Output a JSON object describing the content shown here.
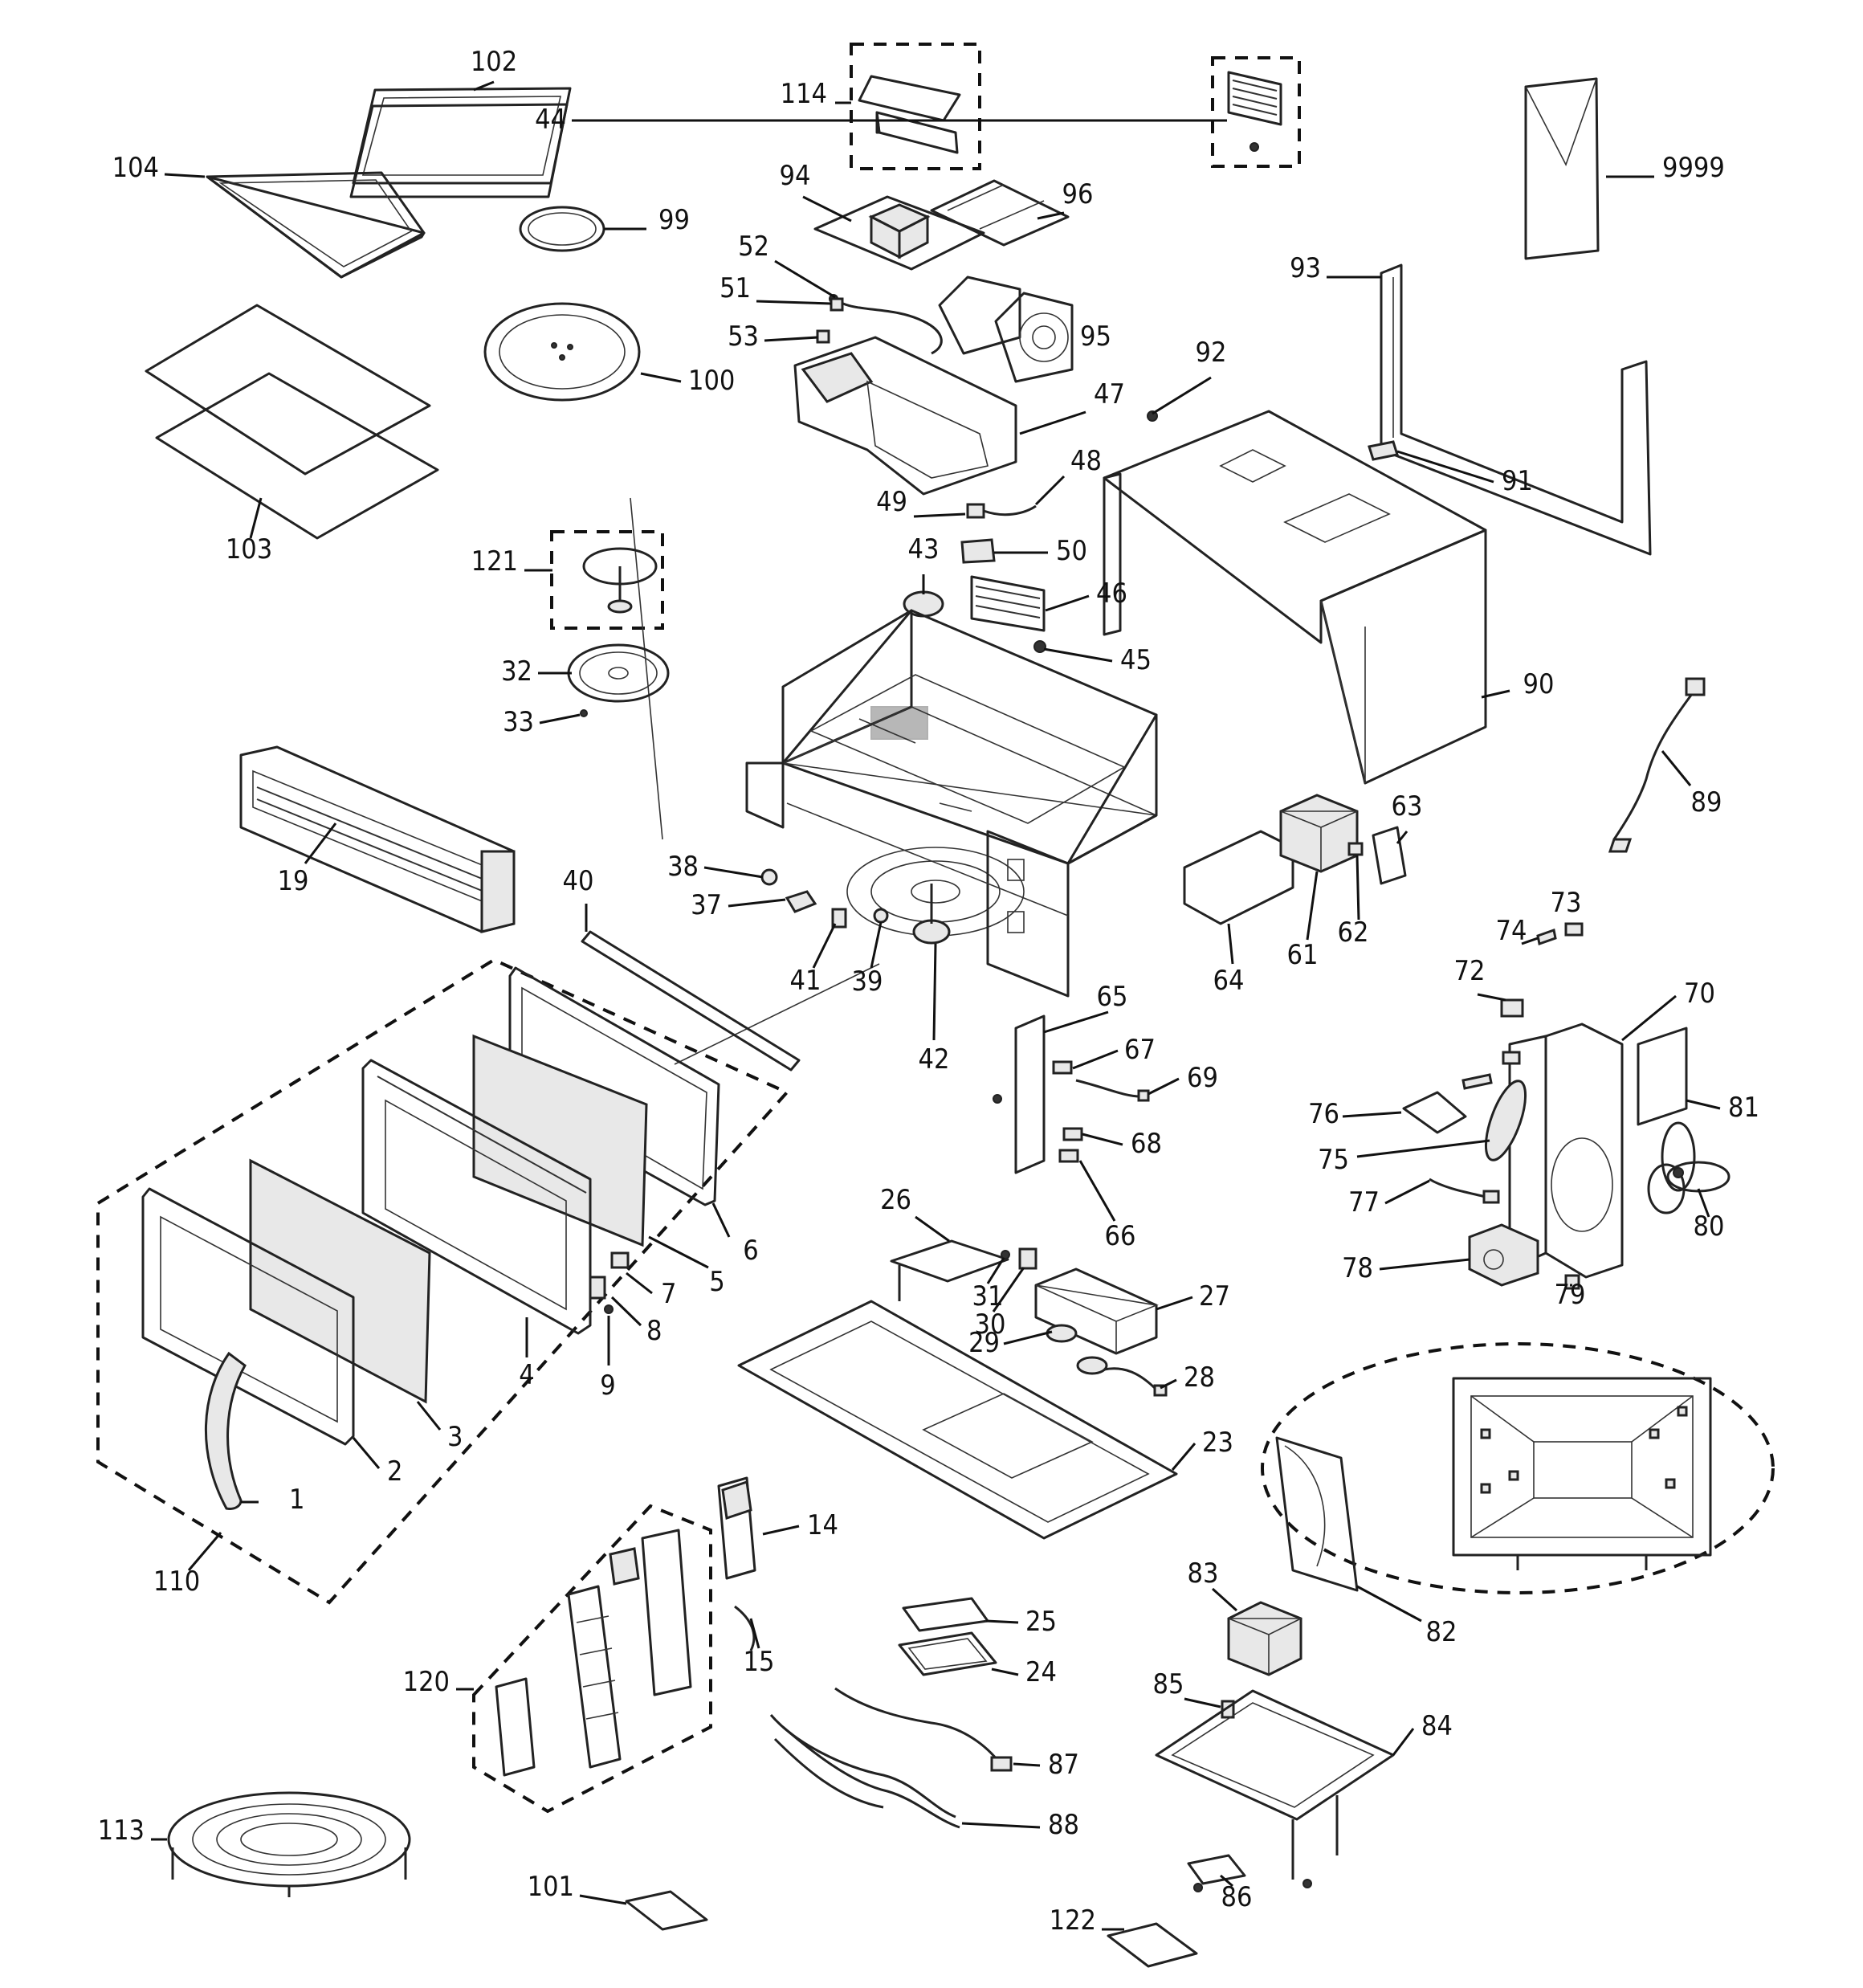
{
  "diagram": {
    "labels": [
      "1",
      "2",
      "3",
      "4",
      "5",
      "6",
      "7",
      "8",
      "9",
      "14",
      "15",
      "19",
      "23",
      "24",
      "25",
      "26",
      "27",
      "28",
      "29",
      "30",
      "31",
      "32",
      "33",
      "37",
      "38",
      "39",
      "40",
      "41",
      "42",
      "43",
      "44",
      "45",
      "46",
      "47",
      "48",
      "49",
      "50",
      "51",
      "52",
      "53",
      "61",
      "62",
      "63",
      "64",
      "65",
      "66",
      "67",
      "68",
      "69",
      "70",
      "72",
      "73",
      "74",
      "75",
      "76",
      "77",
      "78",
      "79",
      "80",
      "81",
      "82",
      "83",
      "84",
      "85",
      "86",
      "87",
      "88",
      "89",
      "90",
      "91",
      "92",
      "93",
      "94",
      "95",
      "96",
      "99",
      "100",
      "101",
      "102",
      "103",
      "104",
      "110",
      "113",
      "114",
      "120",
      "121",
      "122",
      "9999"
    ]
  }
}
